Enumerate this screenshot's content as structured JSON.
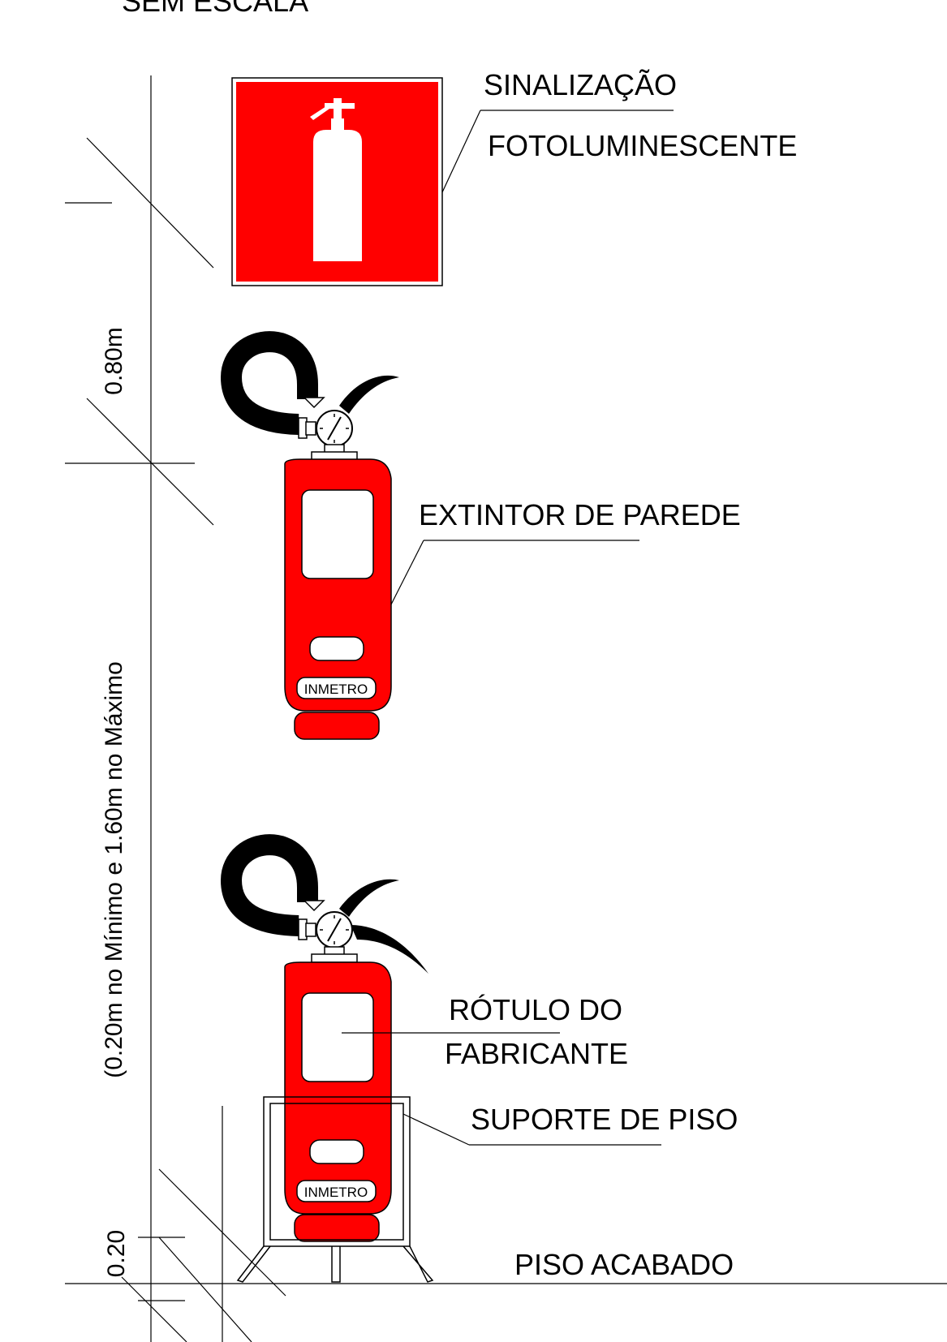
{
  "title": "SEM ESCALA",
  "labels": {
    "sign_line1": "SINALIZAÇÃO",
    "sign_line2": "FOTOLUMINESCENTE",
    "wall_extinguisher": "EXTINTOR DE PAREDE",
    "label_line1": "RÓTULO DO",
    "label_line2": "FABRICANTE",
    "floor_stand": "SUPORTE DE PISO",
    "finished_floor": "PISO ACABADO",
    "inmetro": "INMETRO"
  },
  "dimensions": {
    "upper": "0.80m",
    "range": "(0.20m no Mínimo e 1.60m no Máximo",
    "lower": "0.20"
  },
  "colors": {
    "extinguisher_red": "#ff0000",
    "line": "#000000"
  }
}
